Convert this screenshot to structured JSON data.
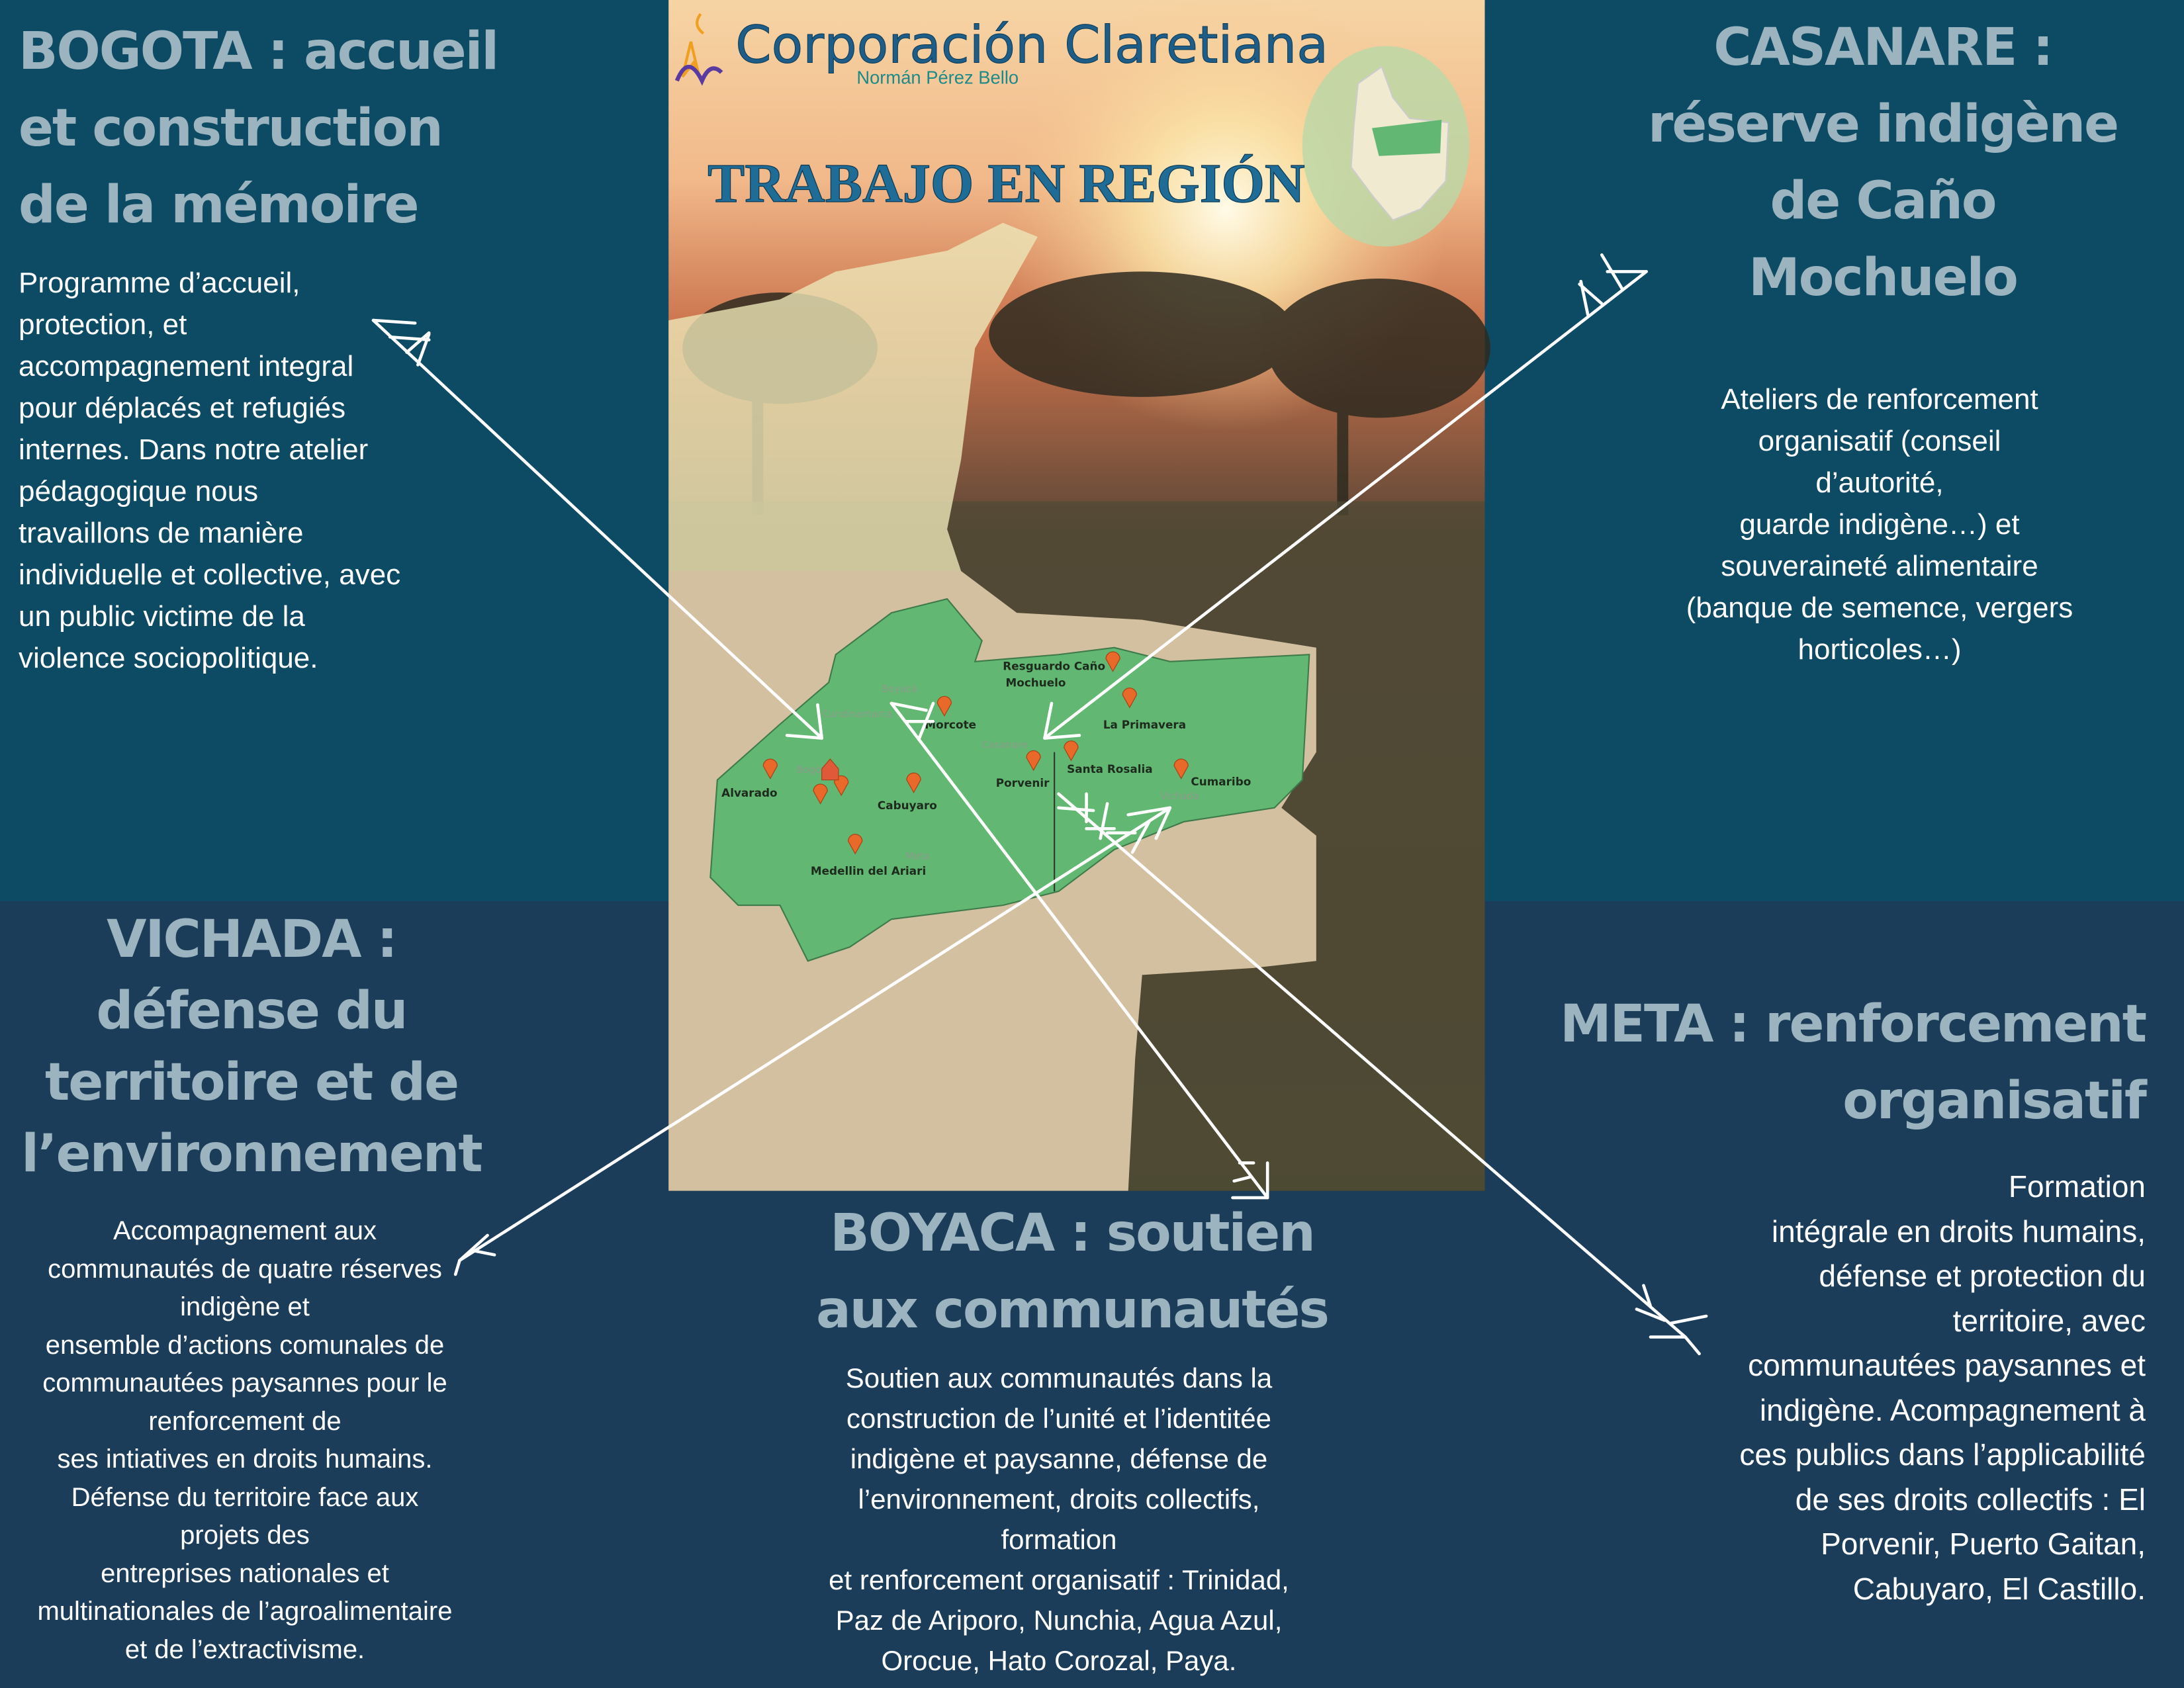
{
  "poster": {
    "logo_title": "Corporación Claretiana",
    "logo_subtitle": "Normán  Pérez Bello",
    "title": "TRABAJO EN REGIÓN"
  },
  "map": {
    "places": [
      "Resguardo Caño",
      "Mochuelo",
      "Morcote",
      "La Primavera",
      "Porvenir",
      "Santa Rosalia",
      "Cumaribo",
      "Cabuyaro",
      "Alvarado",
      "Medellin del Ariari"
    ],
    "departments": [
      "Boyacá",
      "Cundinamarca",
      "Casanare",
      "Vichada",
      "Meta",
      "Bogotá"
    ],
    "colors": {
      "region": "#62b872",
      "base": "#d3c0a0",
      "north": "#ece6b8",
      "pin": "#e8692a"
    }
  },
  "sections": {
    "bogota": {
      "heading": "BOGOTA : accueil et construction de la mémoire",
      "body": "Programme d’accueil,\nprotection, et\naccompagnement integral\npour déplacés et refugiés\ninternes. Dans notre atelier\npédagogique nous\ntravaillons de manière\nindividuelle et collective, avec\nun public victime de la\nviolence sociopolitique."
    },
    "casanare": {
      "heading": "CASANARE : réserve indigène de Caño Mochuelo",
      "body": "Ateliers de renforcement\norganisatif (conseil\nd’autorité,\nguarde indigène…) et\nsouveraineté alimentaire\n(banque de semence, vergers\nhorticoles…)"
    },
    "vichada": {
      "heading": "VICHADA : défense du territoire et de l’environnement",
      "body": "Accompagnement aux\ncommunautés de quatre réserves\nindigène et\nensemble d’actions comunales de\ncommunautées paysannes pour le\nrenforcement de\nses intiatives en droits humains.\nDéfense du territoire face aux\nprojets des\nentreprises nationales et\nmultinationales de l’agroalimentaire\net de l’extractivisme."
    },
    "boyaca": {
      "heading": "BOYACA : soutien aux communautés",
      "body": "Soutien aux communautés dans la\nconstruction de l’unité et l’identitée\nindigène et paysanne, défense de\nl’environnement, droits collectifs,\nformation\net renforcement organisatif : Trinidad,\nPaz de Ariporo, Nunchia, Agua Azul,\nOrocue, Hato Corozal, Paya."
    },
    "meta": {
      "heading": "META : renforcement organisatif",
      "body": "Formation\nintégrale en droits humains,\ndéfense et protection du\nterritoire, avec\ncommunautées paysannes et\nindigène. Acompagnement à\nces publics dans l’applicabilité\nde ses droits collectifs : El\nPorvenir, Puerto Gaitan,\nCabuyaro, El Castillo."
    }
  }
}
